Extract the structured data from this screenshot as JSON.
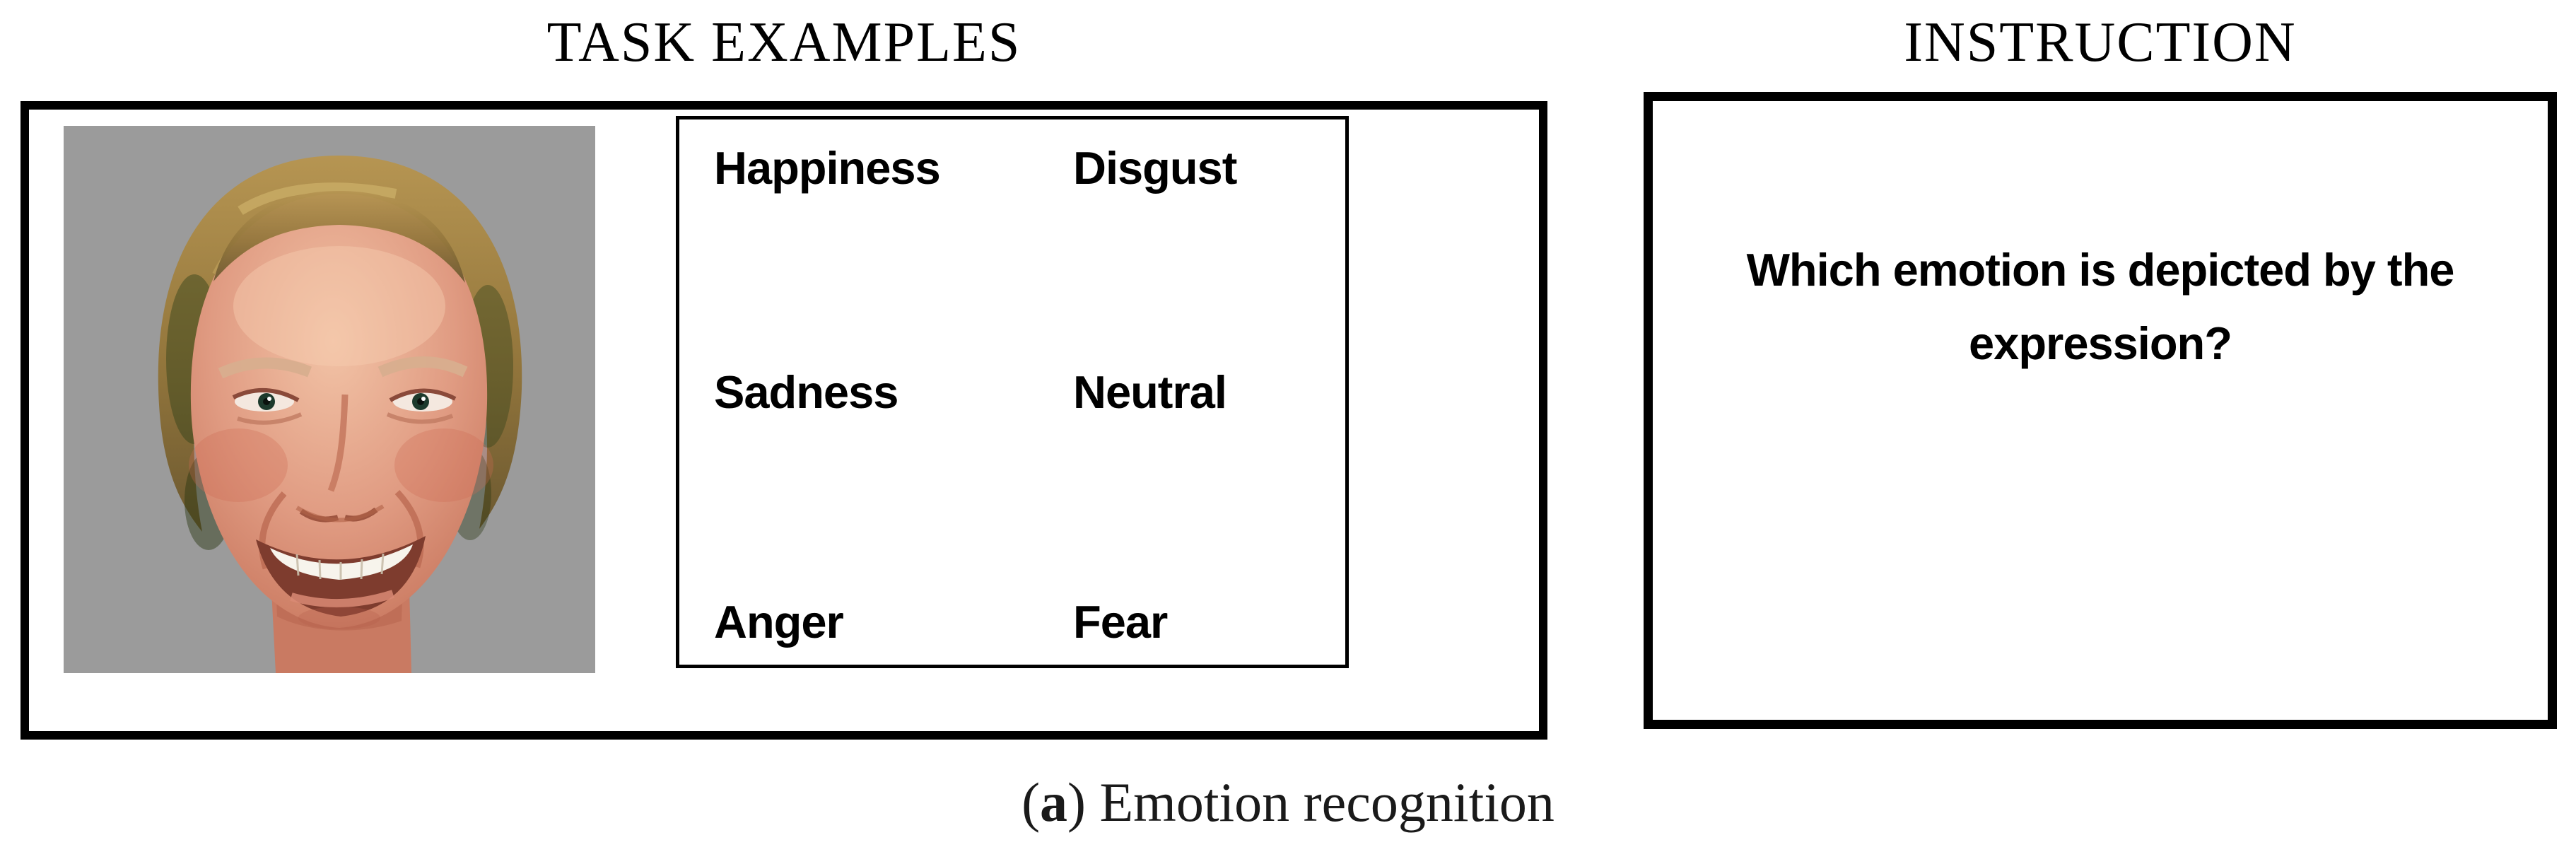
{
  "page": {
    "titles": {
      "left": "TASK EXAMPLES",
      "right": "INSTRUCTION"
    },
    "caption": {
      "open": "(",
      "letter": "a",
      "rest": ") Emotion recognition"
    }
  },
  "task_example": {
    "photo": {
      "name": "smiling-woman-face-photo",
      "background_color": "#9b9b9b"
    },
    "options": [
      "Happiness",
      "Disgust",
      "Sadness",
      "Neutral",
      "Anger",
      "Fear"
    ]
  },
  "instruction": {
    "question": "Which emotion is depicted by the expression?"
  },
  "colors": {
    "background": "#ffffff",
    "border": "#000000",
    "text": "#000000",
    "photo_gray": "#9b9b9b"
  }
}
